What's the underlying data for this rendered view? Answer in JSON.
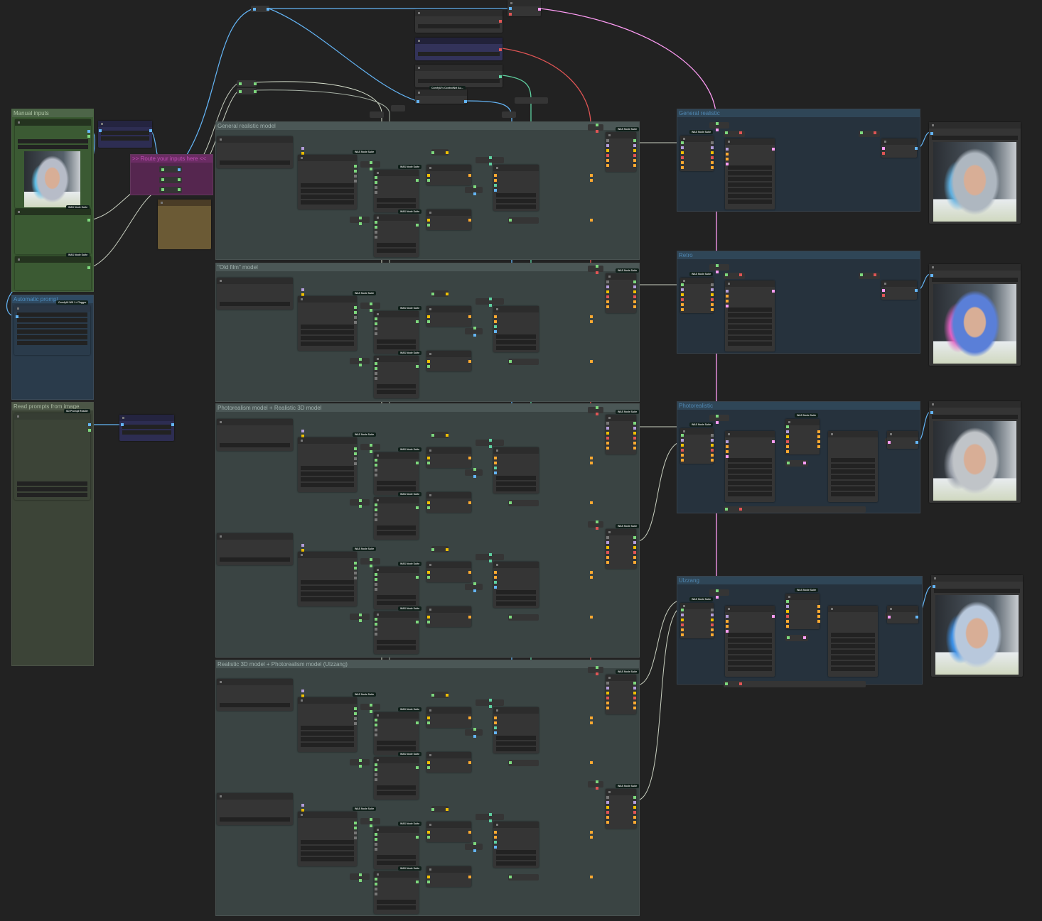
{
  "groups": {
    "manual_inputs": "Manual inputs",
    "automatic_prompt": "Automatic prompt",
    "read_prompts": "Read prompts from image",
    "route": ">> Route your inputs here <<",
    "general_realistic_model": "General realistic model",
    "old_film_model": "\"Old film\" model",
    "photorealism_3d": "Photorealism model + Realistic 3D model",
    "realistic_3d_ulzzang": "Realistic 3D model + Photorealism model (Ulzzang)",
    "general_realistic": "General realistic",
    "retro": "Retro",
    "photorealistic": "Photorealistic",
    "ulzzang": "Ulzzang"
  },
  "badges": {
    "was": "WAS Node Suite",
    "wd14": "ComfyUI WD 1.4 Tagger",
    "prompt_reader": "SD Prompt Reader",
    "controlnet": "ComfyUI's ControlNet Au..."
  },
  "colors": {
    "canvas": "#222222",
    "clip": "#f0c000",
    "model": "#b39ddb",
    "vae": "#e05555",
    "latent": "#ff9cf5",
    "image": "#64b5f6",
    "conditioning": "#ffa931",
    "string": "#7dd87d",
    "controlnet": "#5fd0a0"
  }
}
